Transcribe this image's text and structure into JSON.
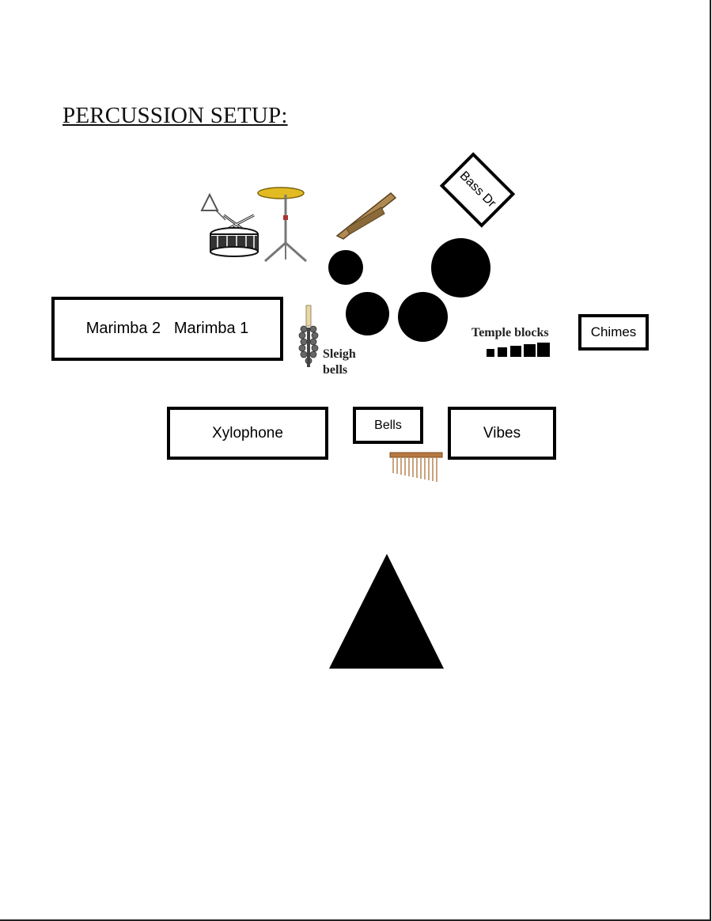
{
  "title": "PERCUSSION SETUP:",
  "instruments": {
    "marimbas": "Marimba 2   Marimba 1",
    "xylophone": "Xylophone",
    "bells": "Bells",
    "vibes": "Vibes",
    "chimes": "Chimes",
    "bass_drum": "Bass Dr",
    "temple_blocks": "Temple blocks",
    "sleigh_bells_line1": "Sleigh",
    "sleigh_bells_line2": "bells"
  },
  "icons": [
    "triangle-icon",
    "snare-drum-icon",
    "cymbal-stand-icon",
    "slapstick-icon",
    "sleigh-bells-icon",
    "mark-tree-icon",
    "conductor-triangle-icon"
  ],
  "colors": {
    "ink": "#000000",
    "cymbal": "#d9b21e",
    "wood": "#8a6a3a",
    "chimes_bar": "#c9a27e"
  }
}
